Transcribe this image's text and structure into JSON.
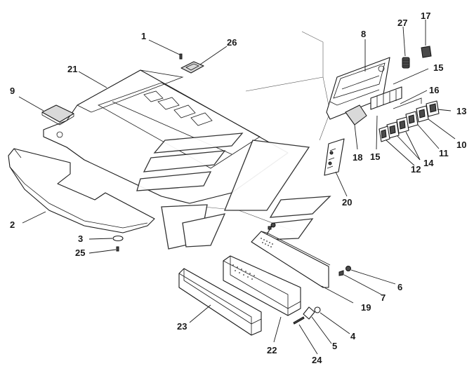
{
  "diagram": {
    "callouts": [
      {
        "id": "c1",
        "label": "1"
      },
      {
        "id": "c2",
        "label": "2"
      },
      {
        "id": "c3",
        "label": "3"
      },
      {
        "id": "c4",
        "label": "4"
      },
      {
        "id": "c5",
        "label": "5"
      },
      {
        "id": "c6",
        "label": "6"
      },
      {
        "id": "c7",
        "label": "7"
      },
      {
        "id": "c8",
        "label": "8"
      },
      {
        "id": "c9",
        "label": "9"
      },
      {
        "id": "c10",
        "label": "10"
      },
      {
        "id": "c11",
        "label": "11"
      },
      {
        "id": "c12",
        "label": "12"
      },
      {
        "id": "c13",
        "label": "13"
      },
      {
        "id": "c14",
        "label": "14"
      },
      {
        "id": "c15a",
        "label": "15"
      },
      {
        "id": "c15b",
        "label": "15"
      },
      {
        "id": "c16",
        "label": "16"
      },
      {
        "id": "c17",
        "label": "17"
      },
      {
        "id": "c18",
        "label": "18"
      },
      {
        "id": "c19",
        "label": "19"
      },
      {
        "id": "c20",
        "label": "20"
      },
      {
        "id": "c21",
        "label": "21"
      },
      {
        "id": "c22",
        "label": "22"
      },
      {
        "id": "c23",
        "label": "23"
      },
      {
        "id": "c24",
        "label": "24"
      },
      {
        "id": "c25",
        "label": "25"
      },
      {
        "id": "c26",
        "label": "26"
      },
      {
        "id": "c27",
        "label": "27"
      }
    ]
  }
}
